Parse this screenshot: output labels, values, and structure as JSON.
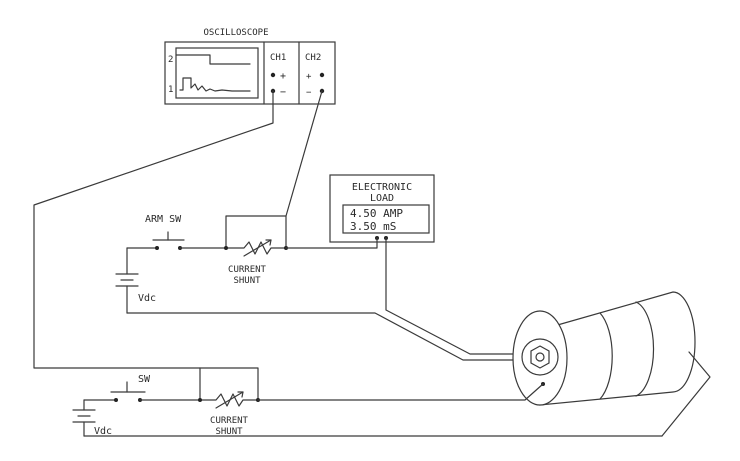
{
  "oscilloscope": {
    "title": "OSCILLOSCOPE",
    "trace_2": "2",
    "trace_1": "1",
    "ch1": "CH1",
    "ch2": "CH2",
    "ch1_plus": "+",
    "ch1_minus": "−",
    "ch2_plus": "+",
    "ch2_minus": "−"
  },
  "electronic_load": {
    "title_line1": "ELECTRONIC",
    "title_line2": "LOAD",
    "reading_current": "4.50 AMP",
    "reading_time": "3.50 mS"
  },
  "upper_circuit": {
    "switch_label": "ARM SW",
    "shunt_line1": "CURRENT",
    "shunt_line2": "SHUNT",
    "supply_label": "Vdc"
  },
  "lower_circuit": {
    "switch_label": "SW",
    "shunt_line1": "CURRENT",
    "shunt_line2": "SHUNT",
    "supply_label": "Vdc"
  },
  "colors": {
    "line": "#3a3a3a",
    "background": "#ffffff"
  }
}
